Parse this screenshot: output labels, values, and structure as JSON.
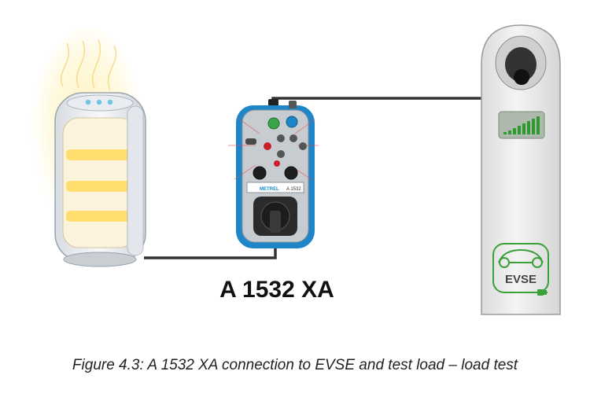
{
  "figure": {
    "device_model": "A 1532 XA",
    "caption": "Figure 4.3: A 1532 XA connection to EVSE and test load – load test",
    "device_face_brand": "METREL",
    "device_face_model": "A 1532",
    "evse_label": "EVSE",
    "colors": {
      "cable": "#333333",
      "evse_green": "#3aa03a",
      "evse_body": "#ebebeb",
      "heater_glow": "#ffe9a6",
      "device_blue": "#1e86c8",
      "device_body": "#c7ccd1"
    }
  }
}
